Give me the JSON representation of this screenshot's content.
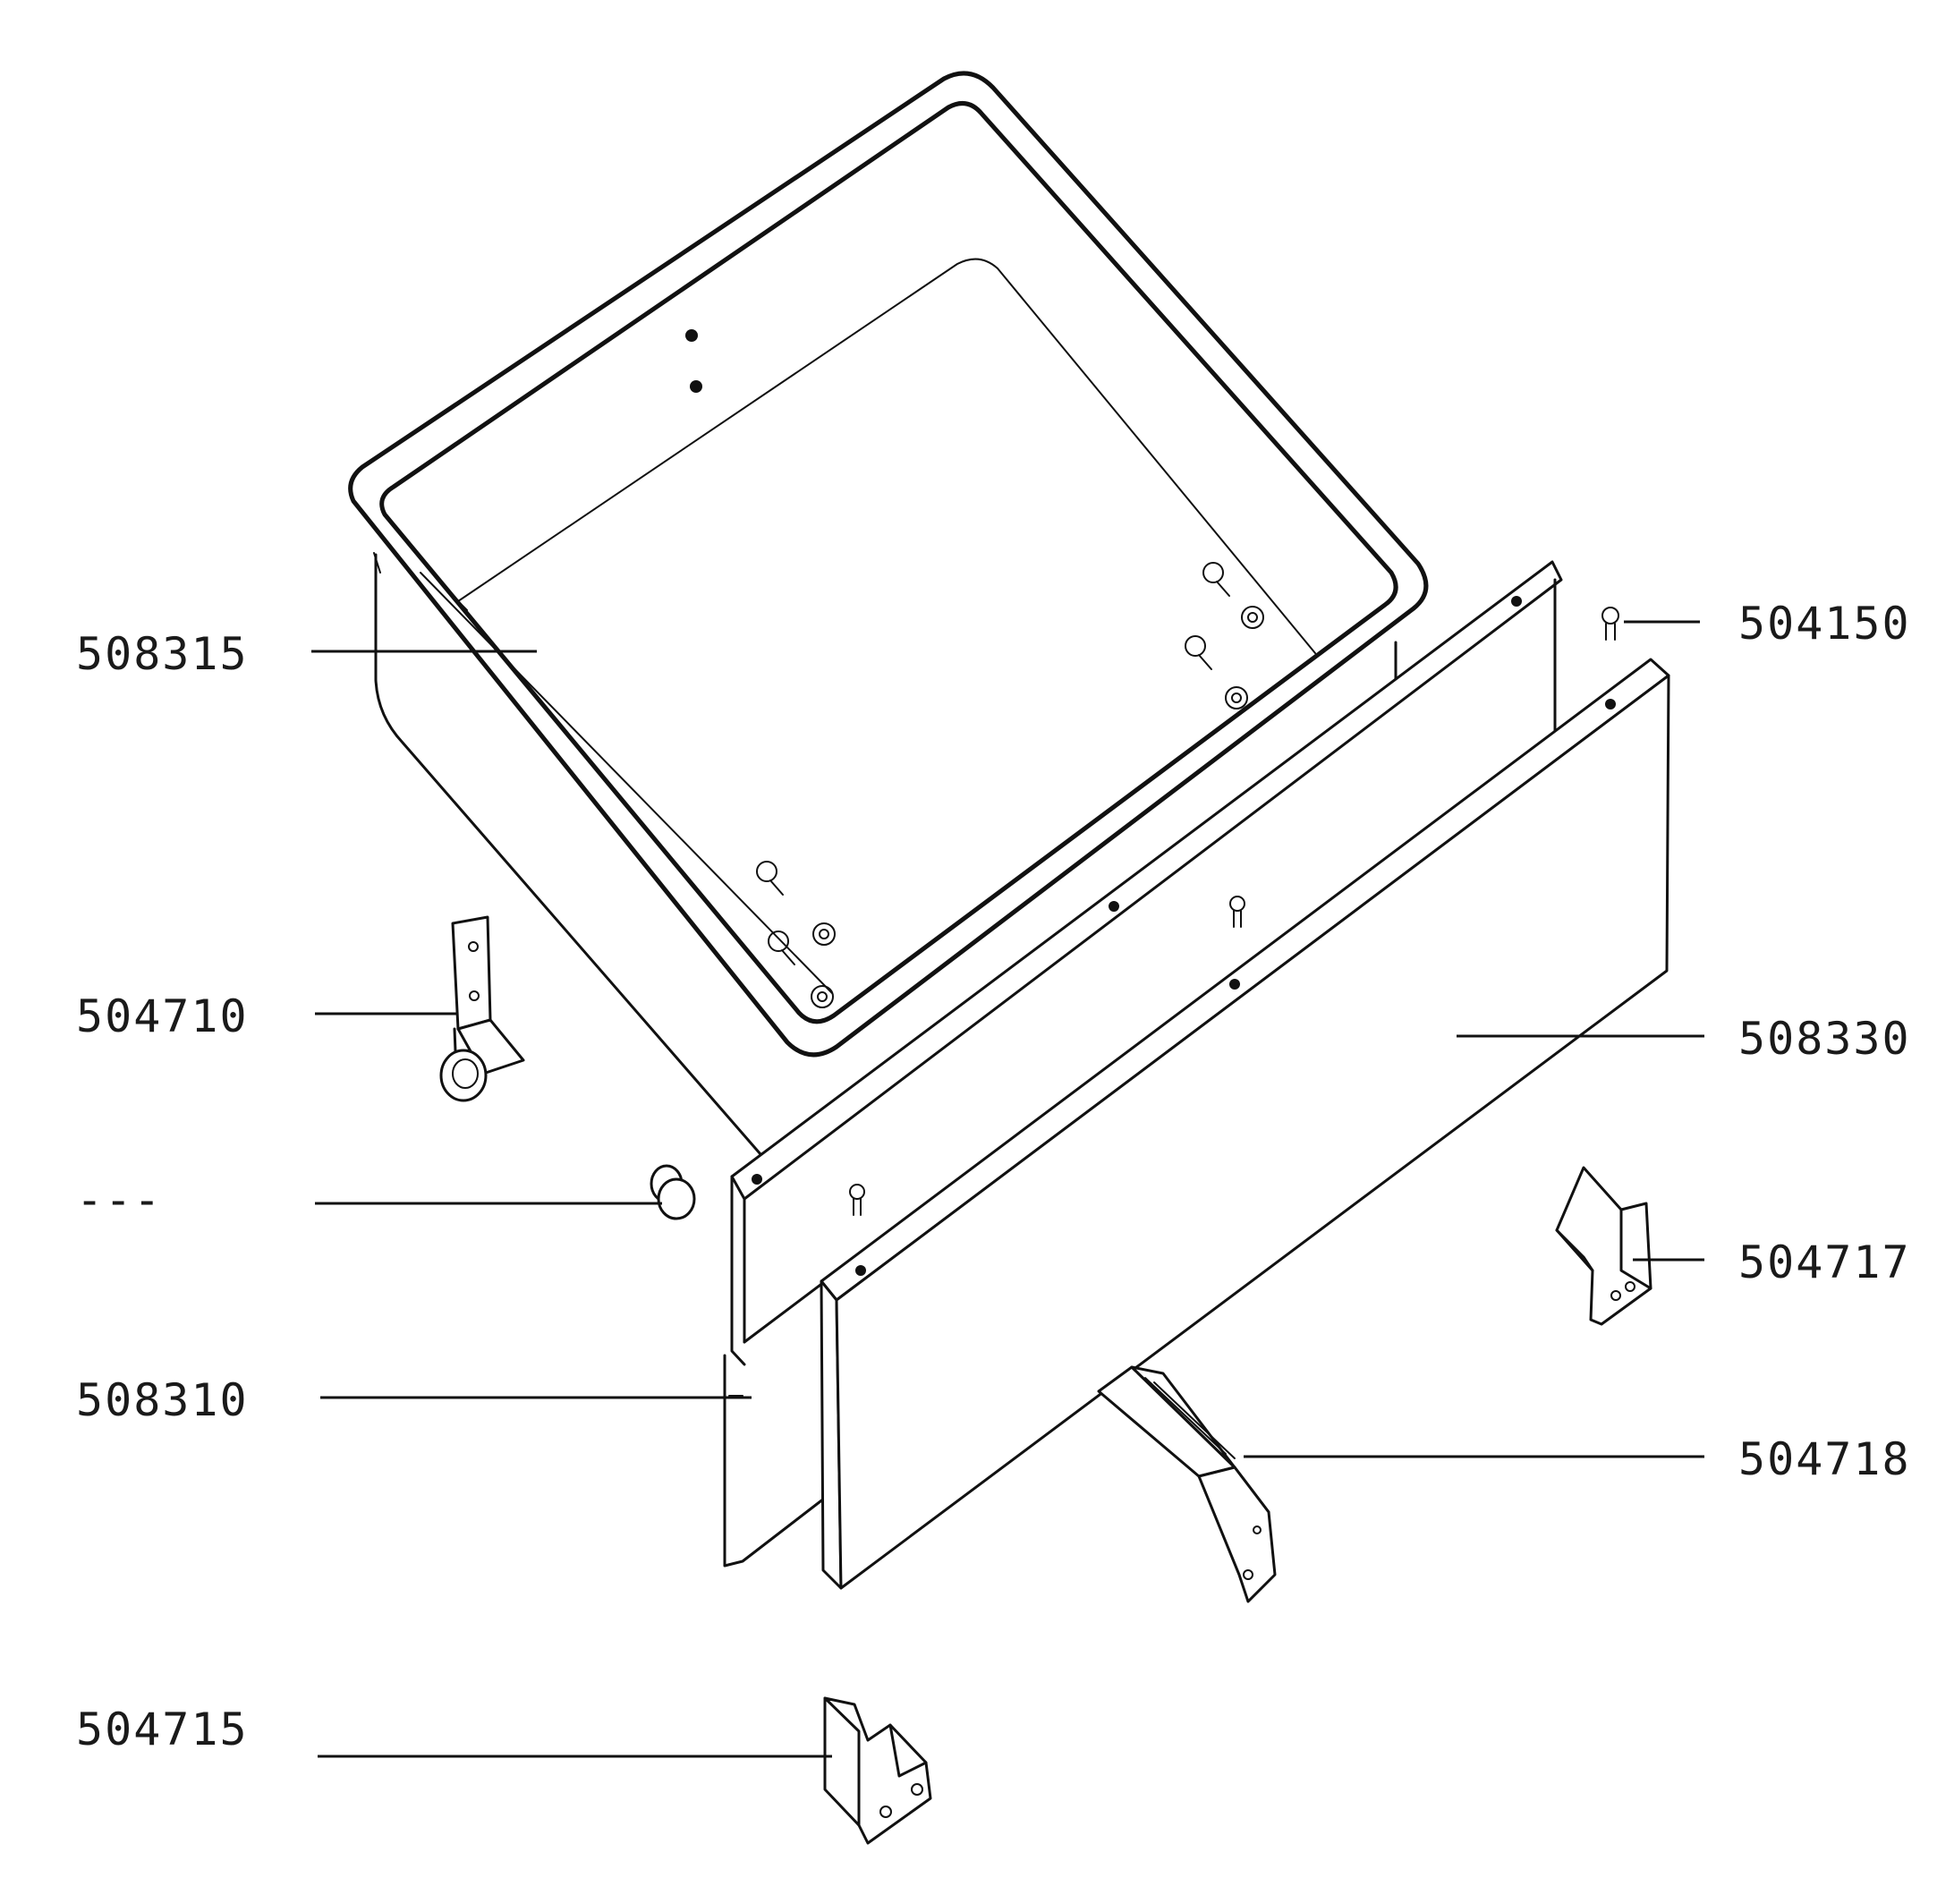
{
  "diagram": {
    "labels": {
      "tub": "508315",
      "bracket_left": "504710",
      "wheel": "---",
      "inner_panel": "508310",
      "rivet": "504150",
      "front_panel": "508330",
      "bracket_right": "504717",
      "support_bracket": "504718",
      "bracket_bottom": "504715"
    },
    "colors": {
      "ink": "#111111",
      "background": "#ffffff"
    }
  }
}
